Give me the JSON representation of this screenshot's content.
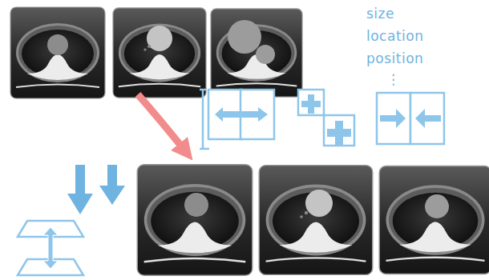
{
  "diagram": {
    "labels": [
      "size",
      "location",
      "position",
      "⋮"
    ]
  }
}
